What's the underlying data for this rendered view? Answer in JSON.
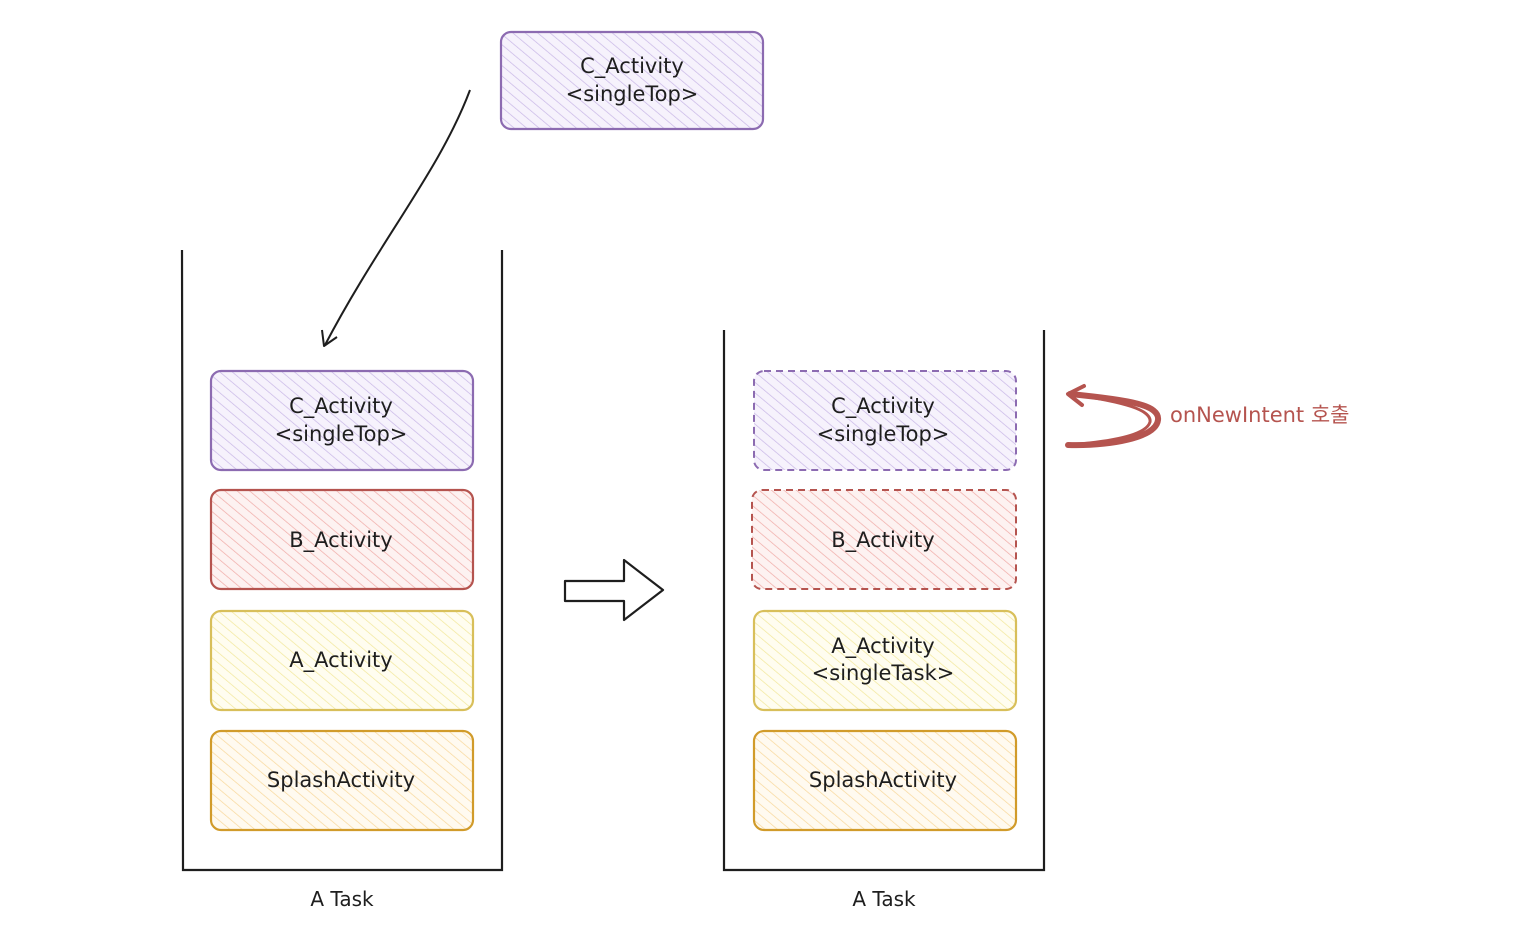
{
  "top_box": {
    "line1": "C_Activity",
    "line2": "<singleTop>"
  },
  "left_stack": {
    "label": "A Task",
    "c_activity": {
      "line1": "C_Activity",
      "line2": "<singleTop>"
    },
    "b_activity": "B_Activity",
    "a_activity": "A_Activity",
    "splash_activity": "SplashActivity"
  },
  "right_stack": {
    "label": "A Task",
    "c_activity": {
      "line1": "C_Activity",
      "line2": "<singleTop>"
    },
    "b_activity": "B_Activity",
    "a_activity": {
      "line1": "A_Activity",
      "line2": "<singleTask>"
    },
    "splash_activity": "SplashActivity"
  },
  "annotation": "onNewIntent 호출",
  "colors": {
    "purple": "#8c6bb1",
    "purple_fill": "#d9cdf0",
    "red": "#b5544f",
    "red_fill": "#f3b7b3",
    "yellow": "#d8bf5a",
    "yellow_fill": "#f7eea8",
    "orange": "#d19b2a",
    "orange_fill": "#fbdca0",
    "ink": "#1e1e1e"
  }
}
